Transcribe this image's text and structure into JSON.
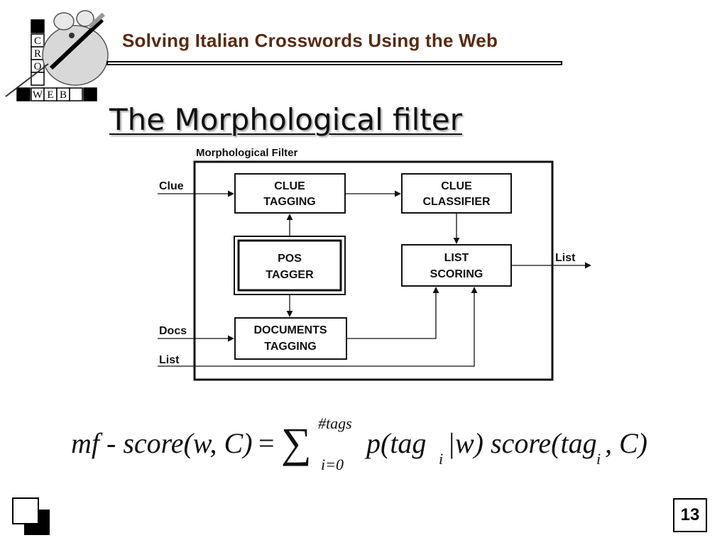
{
  "header": {
    "title": "Solving Italian Crosswords Using the Web",
    "logo_letters": [
      "C",
      "R",
      "O",
      "W",
      "E",
      "B"
    ]
  },
  "slide": {
    "title": "The Morphological filter",
    "page_number": "13"
  },
  "diagram": {
    "frame_label": "Morphological Filter",
    "boxes": {
      "clue_tagging": [
        "CLUE",
        "TAGGING"
      ],
      "clue_classifier": [
        "CLUE",
        "CLASSIFIER"
      ],
      "pos_tagger": [
        "POS",
        "TAGGER"
      ],
      "list_scoring": [
        "LIST",
        "SCORING"
      ],
      "documents_tagging": [
        "DOCUMENTS",
        "TAGGING"
      ]
    },
    "inputs": {
      "clue": "Clue",
      "docs": "Docs",
      "list_in": "List"
    },
    "output": "List"
  },
  "formula": {
    "lhs": "mf - score(w, C)",
    "equals": "=",
    "sum": "∑",
    "upper": "#tags",
    "lower": "i=0",
    "rhs_1": "p(tag",
    "sub_1": "i",
    "rhs_2": "|w) score(tag",
    "sub_2": "i",
    "rhs_3": ", C)"
  },
  "colors": {
    "header_title": "#5a2a12",
    "text": "#111111"
  }
}
